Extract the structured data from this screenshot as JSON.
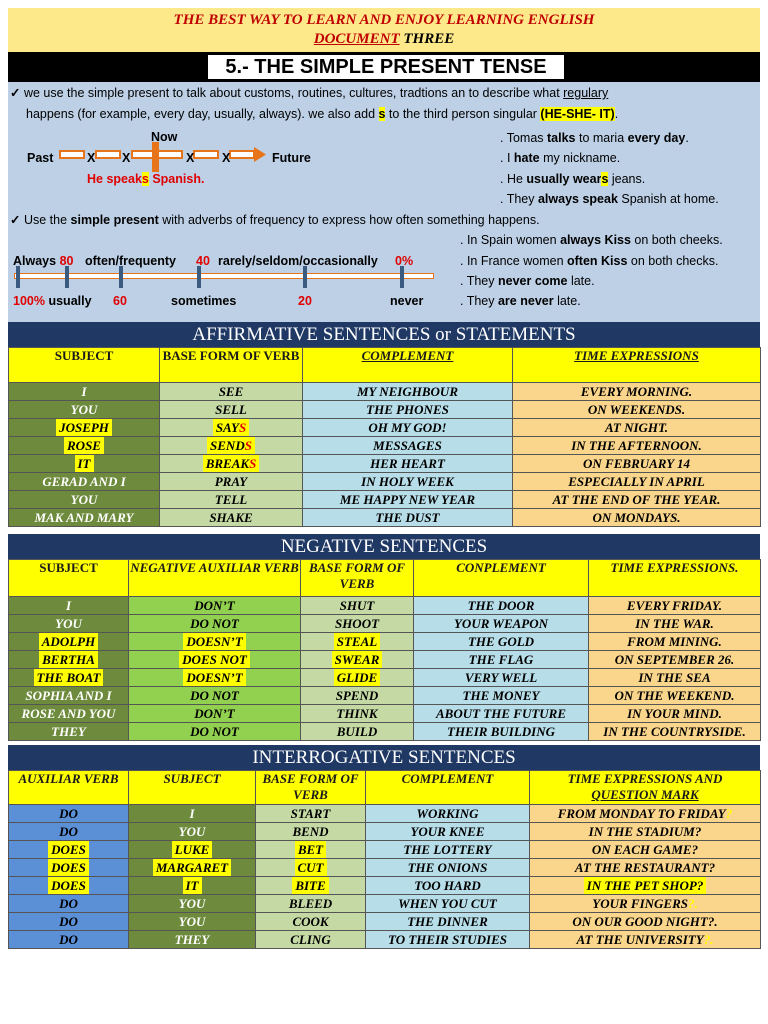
{
  "header": {
    "line1": "THE BEST WAY TO LEARN AND ENJOY LEARNING ENGLISH",
    "doc_word": "DOCUMENT",
    "doc_num": "THREE"
  },
  "title": "5.- THE SIMPLE PRESENT TENSE",
  "intro": {
    "p1_a": "we use the simple present to talk about customs, routines, cultures, tradtions an to describe what ",
    "p1_b": "regulary",
    "p2_a": "happens (for example, every day, usually, always). we also add ",
    "p2_s": "s",
    "p2_b": " to the third person singular ",
    "p2_c": "(HE-SHE- IT)",
    "p2_d": ".",
    "now": "Now",
    "past": "Past",
    "future": "Future",
    "x": "X",
    "he_speaks_a": "He speak",
    "he_speaks_s": "s",
    "he_speaks_b": " Spanish.",
    "examples1": [
      {
        "a": ". Tomas ",
        "b": "talks",
        "c": " to maria ",
        "d": "every day",
        "e": "."
      },
      {
        "a": ". I ",
        "b": "hate",
        "c": " my nickname.",
        "d": "",
        "e": ""
      },
      {
        "a": ". He ",
        "b": "usually wear",
        "s": "s",
        "c": " jeans.",
        "d": "",
        "e": ""
      },
      {
        "a": ". They ",
        "b": "always speak",
        "c": " Spanish at home.",
        "d": "",
        "e": ""
      }
    ],
    "p3_a": "Use the ",
    "p3_b": "simple present",
    "p3_c": " with adverbs of frequency to express how often something happens.",
    "freq_top": {
      "always": "Always",
      "n80": "80",
      "often": "often/frequenty",
      "n40": "40",
      "rarely": "rarely/seldom/occasionally",
      "n0": "0%"
    },
    "freq_bottom": {
      "n100": "100%",
      "usually": "usually",
      "n60": "60",
      "sometimes": "sometimes",
      "n20": "20",
      "never": "never"
    },
    "examples2": [
      {
        "a": ". In Spain women ",
        "b": "always Kiss",
        "c": " on both cheeks."
      },
      {
        "a": ". In France women ",
        "b": "often Kiss",
        "c": " on both checks."
      },
      {
        "a": ". They ",
        "b": "never come",
        "c": " late."
      },
      {
        "a": ". They ",
        "b": "are never",
        "c": " late."
      }
    ]
  },
  "affirmative": {
    "title": "AFFIRMATIVE SENTENCES or STATEMENTS",
    "headers": [
      "SUBJECT",
      "BASE FORM OF VERB",
      "COMPLEMENT",
      "TIME EXPRESSIONS"
    ],
    "rows": [
      [
        "I",
        "SEE",
        "MY  NEIGHBOUR",
        "EVERY MORNING."
      ],
      [
        "YOU",
        "SELL",
        "THE  PHONES",
        "ON WEEKENDS."
      ],
      [
        "JOSEPH",
        "SAY",
        "OH MY GOD!",
        "AT NIGHT."
      ],
      [
        "ROSE",
        "SEND",
        "MESSAGES",
        "IN THE AFTERNOON."
      ],
      [
        "IT",
        "BREAK",
        "HER HEART",
        "ON FEBRUARY 14"
      ],
      [
        "GERAD AND I",
        "PRAY",
        "IN HOLY WEEK",
        "ESPECIALLY IN APRIL"
      ],
      [
        "YOU",
        "TELL",
        "ME HAPPY NEW YEAR",
        "AT THE END OF THE YEAR."
      ],
      [
        "MAK AND MARY",
        "SHAKE",
        "THE DUST",
        "ON MONDAYS."
      ]
    ],
    "third_s": "S"
  },
  "negative": {
    "title": "NEGATIVE SENTENCES",
    "headers": [
      "SUBJECT",
      "NEGATIVE AUXILIAR VERB",
      "BASE FORM OF VERB",
      "CONPLEMENT",
      "TIME EXPRESSIONS."
    ],
    "rows": [
      [
        "I",
        "DON’T",
        "SHUT",
        "THE DOOR",
        "EVERY FRIDAY."
      ],
      [
        "YOU",
        "DO NOT",
        "SHOOT",
        "YOUR WEAPON",
        "IN THE WAR."
      ],
      [
        "ADOLPH",
        "DOESN’T",
        "STEAL",
        "THE GOLD",
        "FROM MINING."
      ],
      [
        "BERTHA",
        "DOES NOT",
        "SWEAR",
        "THE FLAG",
        "ON SEPTEMBER 26."
      ],
      [
        "THE BOAT",
        "DOESN’T",
        "GLIDE",
        "VERY WELL",
        "IN THE SEA"
      ],
      [
        "SOPHIA AND I",
        "DO NOT",
        "SPEND",
        "THE MONEY",
        "ON THE WEEKEND."
      ],
      [
        "ROSE AND YOU",
        "DON’T",
        "THINK",
        "ABOUT THE FUTURE",
        "IN YOUR MIND."
      ],
      [
        "THEY",
        "DO NOT",
        "BUILD",
        "THEIR BUILDING",
        "IN THE COUNTRYSIDE."
      ]
    ]
  },
  "interrogative": {
    "title": "INTERROGATIVE SENTENCES",
    "headers": [
      "AUXILIAR VERB",
      "SUBJECT",
      "BASE FORM OF VERB",
      "COMPLEMENT",
      "TIME EXPRESSIONS AND",
      "QUESTION MARK"
    ],
    "rows": [
      [
        "DO",
        "I",
        "START",
        "WORKING",
        "FROM MONDAY TO FRIDAY",
        "?"
      ],
      [
        "DO",
        "YOU",
        "BEND",
        "YOUR  KNEE",
        "IN THE STADIUM",
        "?"
      ],
      [
        "DOES",
        "LUKE",
        "BET",
        "THE LOTTERY",
        "ON EACH GAME",
        "?"
      ],
      [
        "DOES",
        "MARGARET",
        "CUT",
        "THE ONIONS",
        "AT THE RESTAURANT",
        "?"
      ],
      [
        "DOES",
        "IT",
        "BITE",
        "TOO HARD",
        "IN THE PET SHOP",
        "?"
      ],
      [
        "DO",
        "YOU",
        "BLEED",
        "WHEN YOU CUT",
        "YOUR FINGERS",
        "?."
      ],
      [
        "DO",
        "YOU",
        "COOK",
        "THE DINNER",
        "ON OUR GOOD NIGHT",
        "?."
      ],
      [
        "DO",
        "THEY",
        "CLING",
        "TO THEIR STUDIES",
        "AT THE UNIVERSITY",
        "?."
      ]
    ]
  }
}
